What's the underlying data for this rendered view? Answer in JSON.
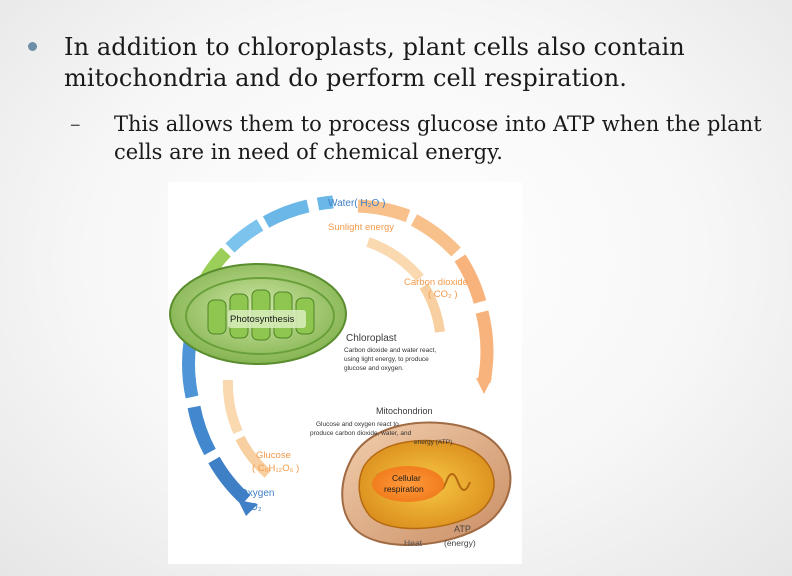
{
  "slide": {
    "bullet1": "In addition to chloroplasts, plant cells also contain mitochondria and do perform cell respiration.",
    "bullet2": "This allows them to process glucose into ATP when the plant cells are in need of chemical energy.",
    "dash": "–"
  },
  "diagram": {
    "water": "Water( H₂O )",
    "sunlight": "Sunlight energy",
    "co2_title": "Carbon dioxide",
    "co2_formula": "( CO₂ )",
    "photosynthesis": "Photosynthesis",
    "chloroplast_title": "Chloroplast",
    "chloroplast_desc": [
      "Carbon dioxide and water react,",
      "using light energy, to produce",
      "glucose and oxygen."
    ],
    "mitochondrion_title": "Mitochondrion",
    "mitochondrion_desc": [
      "Glucose and oxygen react to",
      "produce carbon dioxide, water, and",
      "energy (ATP)."
    ],
    "cellular_respiration": [
      "Cellular",
      "respiration"
    ],
    "glucose_title": "Glucose",
    "glucose_formula": "( C₆H₁₂O₆ )",
    "oxygen_title": "Oxygen",
    "oxygen_formula": "O₂",
    "atp": "ATP",
    "atp_energy": "(energy)",
    "heat": "Heat",
    "colors": {
      "orange": "#f39a4a",
      "blue": "#3f7fc6",
      "green": "#8cc05a",
      "bullet": "#6d8fa6"
    }
  }
}
